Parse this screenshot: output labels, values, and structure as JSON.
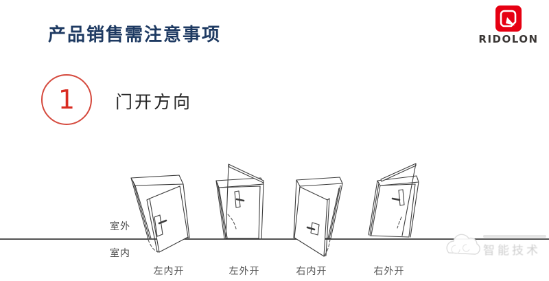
{
  "slide": {
    "title": "产品销售需注意事项",
    "section": {
      "number": "1",
      "title": "门开方向"
    }
  },
  "brand": {
    "name": "RIDOLON",
    "icon": "ridolon-r-logo",
    "accent_color": "#e60012"
  },
  "diagram": {
    "zones": {
      "outside": "室外",
      "inside": "室内"
    },
    "doors": [
      {
        "id": "left-inward",
        "label": "左内开"
      },
      {
        "id": "left-outward",
        "label": "左外开"
      },
      {
        "id": "right-inward",
        "label": "右内开"
      },
      {
        "id": "right-outward",
        "label": "右外开"
      }
    ]
  },
  "watermark": {
    "text": "智能技术"
  },
  "colors": {
    "title_blue": "#1e3a62",
    "badge_red": "#d92b21",
    "line_art": "#3d3d3d",
    "caption_gray": "#575757"
  }
}
